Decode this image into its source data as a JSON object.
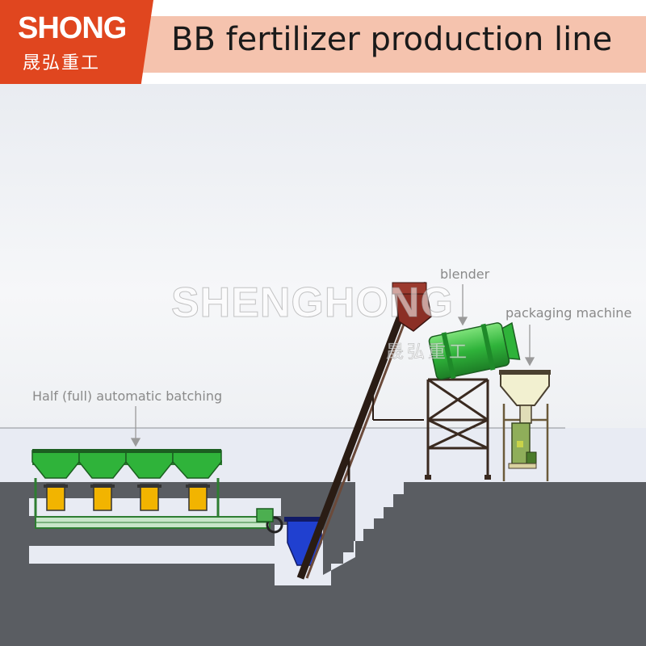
{
  "header": {
    "logo_text": "SHONG",
    "logo_subtext": "晟弘重工",
    "title": "BB fertilizer production line"
  },
  "labels": {
    "batching": "Half (full) automatic batching",
    "blender": "blender",
    "packaging": "packaging machine"
  },
  "watermark": {
    "text": "SHENGHONG",
    "subtext": "晟弘重工"
  },
  "colors": {
    "brand_red": "#e0461f",
    "header_band": "#f5c3ae",
    "machine_green": "#2fb33a",
    "hopper_yellow": "#f2b400",
    "blue_hopper": "#2040d0",
    "frame_dark": "#3a2a20",
    "ground": "#5a5d62"
  }
}
